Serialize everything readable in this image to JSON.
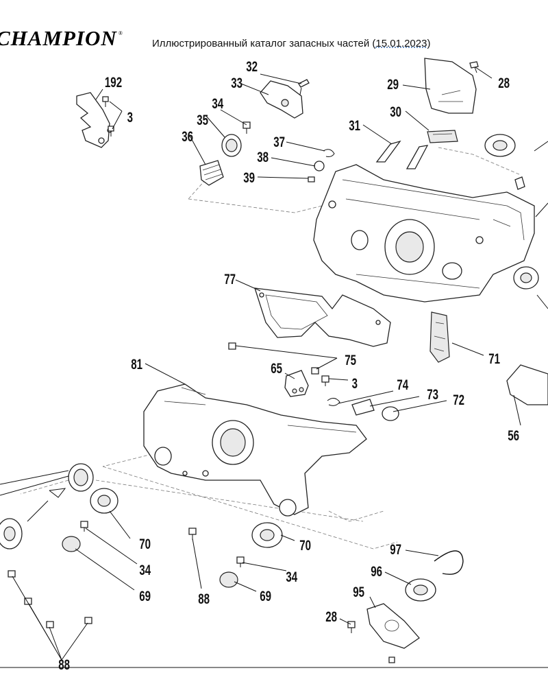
{
  "header": {
    "brand": "CHAMPION",
    "registered": "®",
    "title_prefix": "Иллюстрированный каталог запасных частей (",
    "date": "15.01.2023",
    "title_suffix": ")"
  },
  "labels": {
    "l192": "192",
    "l3a": "3",
    "l32": "32",
    "l33": "33",
    "l34a": "34",
    "l35": "35",
    "l36": "36",
    "l37": "37",
    "l38": "38",
    "l39": "39",
    "l29": "29",
    "l28a": "28",
    "l30": "30",
    "l31": "31",
    "l77": "77",
    "l71": "71",
    "l81": "81",
    "l65": "65",
    "l75": "75",
    "l3b": "3",
    "l74": "74",
    "l73": "73",
    "l72": "72",
    "l56": "56",
    "l70a": "70",
    "l34b": "34",
    "l69a": "69",
    "l88a": "88",
    "l70b": "70",
    "l34c": "34",
    "l69b": "69",
    "l97": "97",
    "l96": "96",
    "l95": "95",
    "l28b": "28",
    "l88b": "88"
  }
}
